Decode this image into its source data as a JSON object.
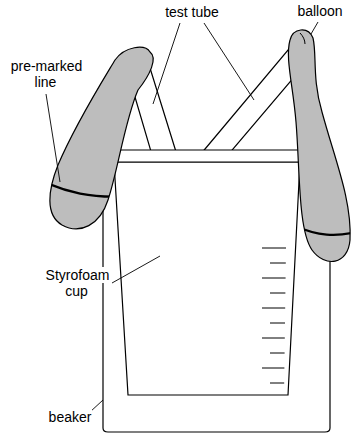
{
  "diagram": {
    "labels": [
      "pre-marked line",
      "test tube",
      "balloon",
      "Styrofoam cup",
      "beaker"
    ]
  }
}
